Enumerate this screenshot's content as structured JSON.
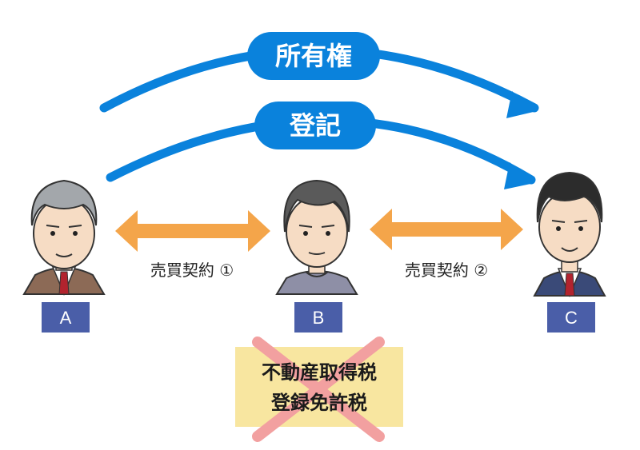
{
  "flows": {
    "ownership": "所有権",
    "registration": "登記"
  },
  "contracts": {
    "first": "売買契約 ①",
    "second": "売買契約 ②"
  },
  "persons": {
    "a": "A",
    "b": "B",
    "c": "C"
  },
  "taxes": {
    "line1": "不動産取得税",
    "line2": "登録免許税"
  },
  "colors": {
    "flow_blue": "#0a82dc",
    "contract_orange": "#f4a54a",
    "tag_navy": "#4a5ea8",
    "tax_box": "#f8e6a0",
    "cross": "#f2a0a0"
  }
}
